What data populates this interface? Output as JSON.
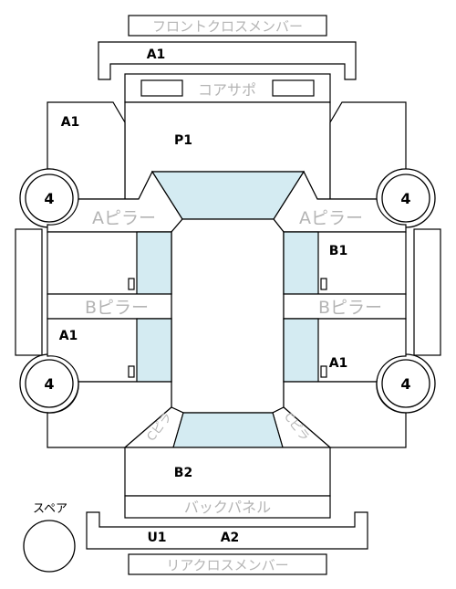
{
  "parts": {
    "front_cross_member": "フロントクロスメンバー",
    "core_support": "コアサポ",
    "a_pillar_left": "Aピラー",
    "a_pillar_right": "Aピラー",
    "b_pillar_left": "Bピラー",
    "b_pillar_right": "Bピラー",
    "back_panel": "バックパネル",
    "rear_cross_member": "リアクロスメンバー",
    "spare": "スペア",
    "c_pillar_left": "Cピラ",
    "c_pillar_right": "Cピラ"
  },
  "codes": {
    "front_cross_member": "A1",
    "front_left_fender": "A1",
    "hood": "P1",
    "right_front_door": "B1",
    "left_rear_door": "A1",
    "right_rear_door": "A1",
    "trunk": "B2",
    "rear_left": "U1",
    "rear_right": "A2"
  },
  "wheels": {
    "front_left": "4",
    "front_right": "4",
    "rear_left": "4",
    "rear_right": "4"
  },
  "colors": {
    "glass": "#d4ebf2",
    "outline": "#000000",
    "label_grey": "#b4b4b4"
  }
}
